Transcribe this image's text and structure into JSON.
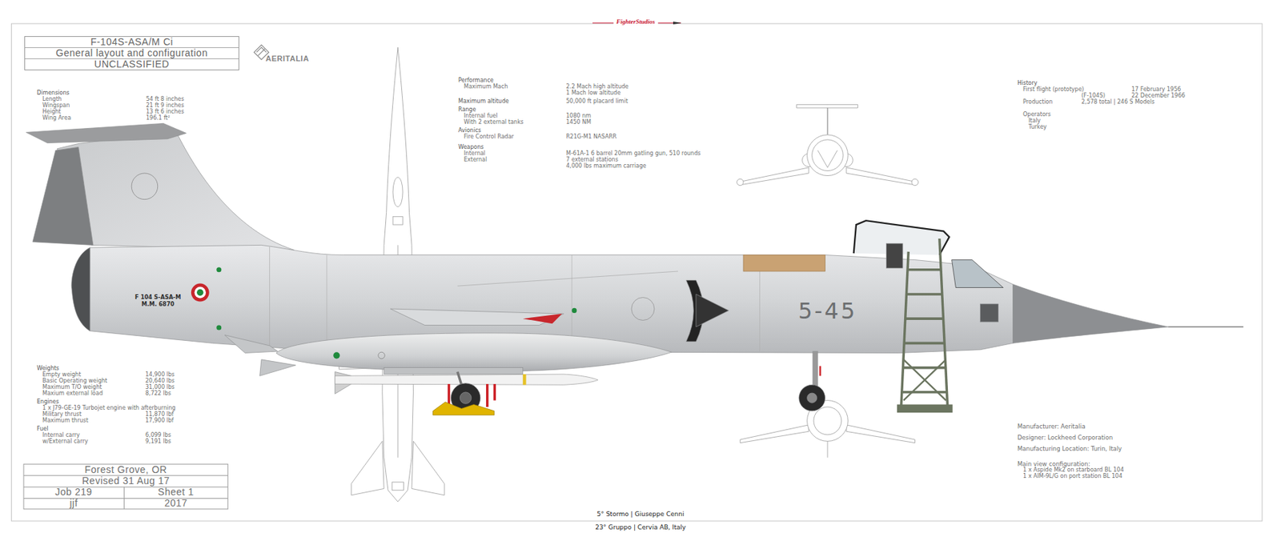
{
  "diagram": {
    "nodes": [
      {
        "text": [
          "F-104S-ASA/M Ci",
          "General layout and configuration",
          "UNCLASSIFIED"
        ]
      }
    ],
    "labels": [
      "FighterStudios",
      "AERITALIA",
      "Dimensions",
      "Length",
      "Wingspan",
      "Height",
      "Wing Area",
      "54 ft 8 inches",
      "21 ft 9 inches",
      "13 ft 6 inches",
      "196.1 ft²",
      "Performance",
      "Maximum Mach",
      "2.2 Mach high altitude",
      "1 Mach low altitude",
      "Maximum altitude",
      "50,000 ft placard limit",
      "Range",
      "Internal fuel",
      "With 2 external tanks",
      "1080 nm",
      "1450 NM",
      "Avionics",
      "Fire Control Radar",
      "R21G-M1 NASARR",
      "Weapons",
      "Internal",
      "External",
      "M-61A-1 6 barrel 20mm gatling gun, 510 rounds",
      "7 external stations",
      "4,000 lbs maximum carriage",
      "History",
      "First flight (prototype)",
      "(F-104S)",
      "17 February 1956",
      "22 December 1966",
      "Production",
      "2,578 total | 246 S Models",
      "Operators",
      "Italy",
      "Turkey",
      "Weights",
      "Empty weight",
      "Basic Operating weight",
      "Maximum T/O weight",
      "Maxium external load",
      "14,900 lbs",
      "20,640 lbs",
      "31,000 lbs",
      "8,722 lbs",
      "Engines",
      "1 x J79-GE-19 Turbojet engine with afterburning",
      "Military thrust",
      "11,870 lbf",
      "Maximum thrust",
      "17,900 lbf",
      "Fuel",
      "Internal carry",
      "6,099 lbs",
      "w/External carry",
      "9,191 lbs",
      "Manufacturer: Aeritalia",
      "Designer: Lockheed Corporation",
      "Manufacturing Location: Turin, Italy",
      "Main view configuration:",
      "1 x Aspide Mk2 on starboard BL 104",
      "1 x AIM-9L/G on port station BL 104",
      "Forest Grove, OR",
      "Revised 31 Aug 17",
      "Job 219",
      "Sheet 1",
      "jjf",
      "2017",
      "5° Stormo | Giuseppe Cenni",
      "23° Gruppo | Cervia AB, Italy",
      "5-45",
      "F 104 S-ASA-M",
      "M.M. 6870"
    ]
  }
}
